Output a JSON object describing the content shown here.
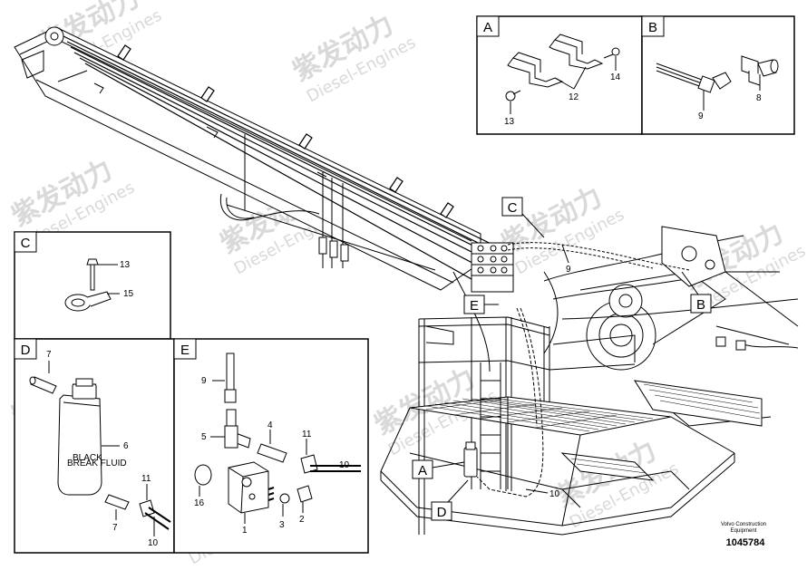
{
  "watermark": {
    "brand_cn": "紫发动力",
    "brand_en": "Diesel-Engines"
  },
  "footer": {
    "company": "Volvo Construction",
    "category": "Equipment",
    "ref_number": "1045784"
  },
  "callouts": {
    "A": "A",
    "B": "B",
    "C": "C",
    "D": "D",
    "E": "E"
  },
  "detail_A": {
    "title": "A",
    "parts": {
      "p12": "12",
      "p13": "13",
      "p14": "14"
    }
  },
  "detail_B": {
    "title": "B",
    "parts": {
      "p8": "8",
      "p9": "9"
    }
  },
  "detail_C": {
    "title": "C",
    "parts": {
      "p13": "13",
      "p15": "15"
    }
  },
  "detail_D": {
    "title": "D",
    "parts": {
      "p6": "6",
      "p7a": "7",
      "p7b": "7",
      "p10": "10",
      "p11": "11"
    },
    "tank_text": {
      "line1": "BLACK",
      "line2": "BREAK FLUID"
    }
  },
  "detail_E": {
    "title": "E",
    "parts": {
      "p1": "1",
      "p2": "2",
      "p3": "3",
      "p4": "4",
      "p5": "5",
      "p9": "9",
      "p10": "10",
      "p11": "11",
      "p16": "16"
    }
  },
  "main_labels": {
    "p9": "9",
    "p10": "10"
  }
}
